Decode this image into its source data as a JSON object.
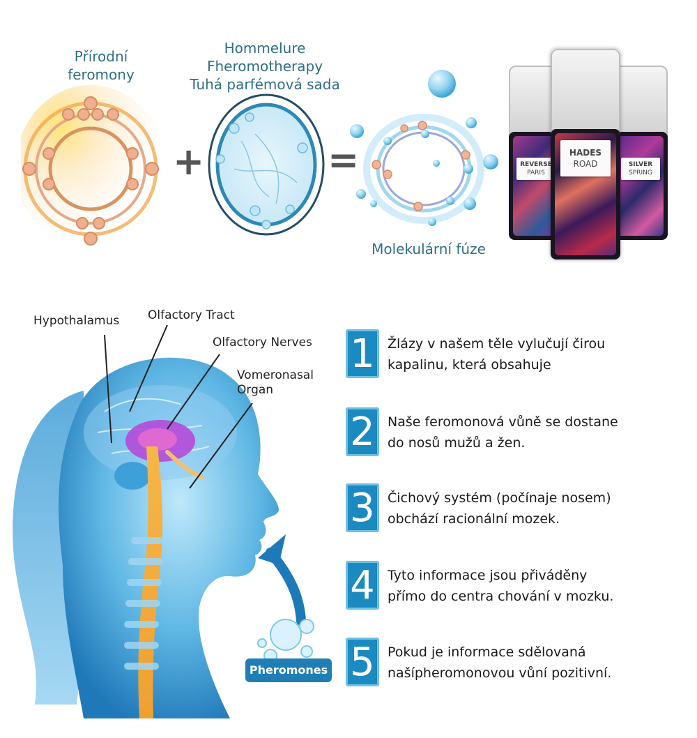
{
  "top": {
    "natural_label_line1": "Přírodní",
    "natural_label_line2": "feromony",
    "product_label_line1": "Hommelure",
    "product_label_line2": "Fheromotherapy",
    "product_label_line3": "Tuhá parfémová sada",
    "plus_sign": "+",
    "equals_sign": "=",
    "fusion_label": "Molekulární fúze",
    "tins": [
      {
        "line1": "REVERSE",
        "line2": "PARIS"
      },
      {
        "line1": "HADES",
        "line2": "ROAD"
      },
      {
        "line1": "SILVER",
        "line2": "SPRING"
      }
    ]
  },
  "anatomy": {
    "hypothalamus": "Hypothalamus",
    "olfactory_tract": "Olfactory Tract",
    "olfactory_nerves": "Olfactory Nerves",
    "vomeronasal_line1": "Vomeronasal",
    "vomeronasal_line2": "Organ",
    "pheromones": "Pheromones"
  },
  "steps": [
    {
      "number": "1",
      "line1": "Žlázy v našem těle vylučují čirou",
      "line2": "kapalinu, která obsahuje"
    },
    {
      "number": "2",
      "line1": "Naše feromonová vůně se dostane",
      "line2": "do nosů mužů a žen."
    },
    {
      "number": "3",
      "line1": "Čichový systém (počínaje nosem)",
      "line2": "obchází racionální mozek."
    },
    {
      "number": "4",
      "line1": "Tyto informace jsou přiváděny",
      "line2": "přímo do centra chování v mozku."
    },
    {
      "number": "5",
      "line1": "Pokud je informace sdělovaná",
      "line2": "našípheromonovou vůní pozitivní."
    }
  ],
  "colors": {
    "teal_text": "#2f6f84",
    "badge_blue": "#1b8ac0",
    "orange_molecule": "#e8a070",
    "blue_molecule": "#7ec8ea"
  }
}
